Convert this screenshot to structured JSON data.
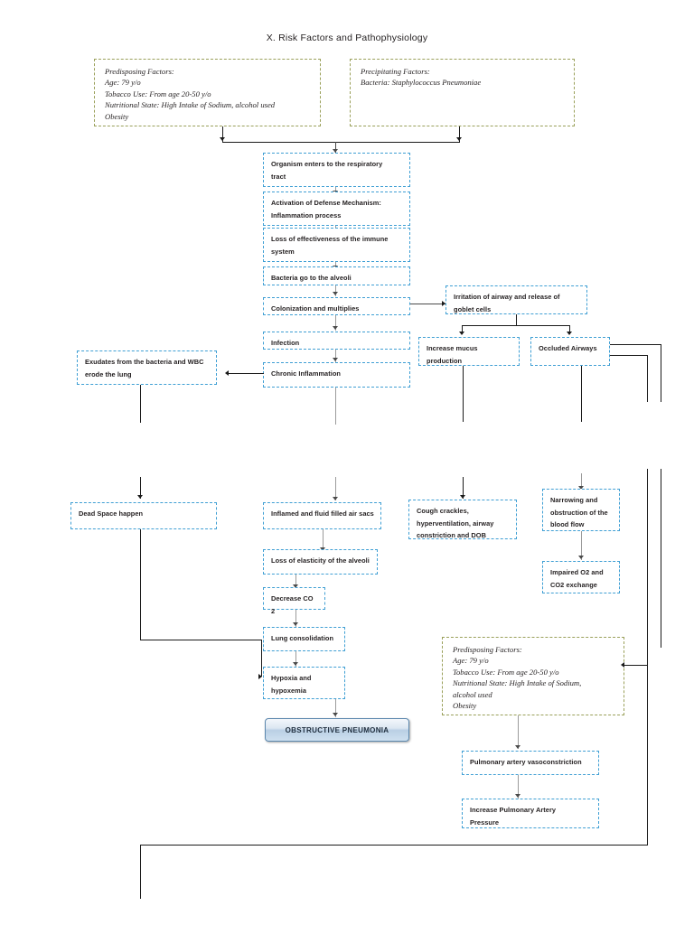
{
  "document": {
    "title": "X. Risk Factors and Pathophysiology"
  },
  "factor_boxes": {
    "predisposing_top": "Predisposing Factors:\nAge: 79 y/o\nTobacco Use: From age 20-50 y/o\nNutritional State: High Intake of Sodium, alcohol used\nObesity",
    "precipitating_top": "Precipitating Factors:\nBacteria: Staphylococcus Pneumoniae",
    "predisposing_lower": "Predisposing Factors:\nAge: 79 y/o\nTobacco Use: From age 20-50 y/o\nNutritional State: High Intake of Sodium,\nalcohol used\nObesity"
  },
  "nodes": {
    "organism_enters": "Organism enters to the respiratory\ntract",
    "activation_defense": "Activation of Defense Mechanism:\nInflammation process",
    "loss_immune": "Loss of effectiveness of the immune\nsystem",
    "bacteria_alveoli": "Bacteria go to the alveoli",
    "colonization": "Colonization and multiplies",
    "infection": "Infection",
    "chronic_inflammation": "Chronic Inflammation",
    "irritation_airway": "Irritation of airway and release of\ngoblet cells",
    "increase_mucus": "Increase mucus\nproduction",
    "occluded_airways": "Occluded Airways",
    "exudates": "Exudates from the bacteria and WBC\nerode the lung",
    "dead_space": "Dead Space happen",
    "inflamed_air_sacs": "Inflamed and fluid filled air sacs",
    "loss_elasticity": "Loss of elasticity of the alveoli",
    "decrease_co2": "Decrease CO 2",
    "lung_consolidation": "Lung consolidation",
    "hypoxia": "Hypoxia and\nhypoxemia",
    "cough_crackles": "Cough crackles,\nhyperventilation, airway\nconstriction and DOB",
    "narrowing_blood_flow": "Narrowing and\nobstruction of the\nblood flow",
    "impaired_exchange": "Impaired O2 and\nCO2 exchange",
    "pulmonary_vasoconstriction": "Pulmonary artery vasoconstriction",
    "increase_pap": "Increase Pulmonary Artery\nPressure",
    "obstructive_pneumonia": "OBSTRUCTIVE PNEUMONIA"
  },
  "colors": {
    "blue_border": "#3f9fd4",
    "olive_border": "#9aa05a",
    "connector": "#4a4a4a",
    "text": "#231f20",
    "result_border": "#5b87ad"
  }
}
